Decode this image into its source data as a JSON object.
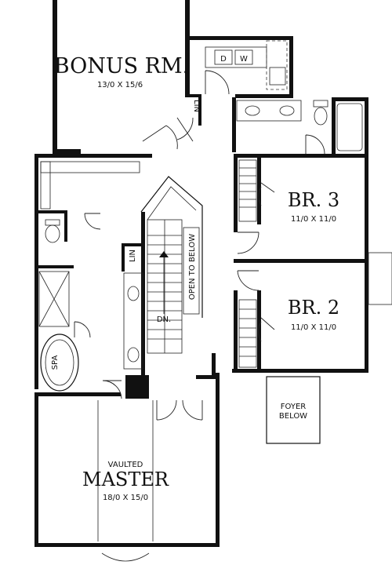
{
  "rooms": {
    "bonus": {
      "name": "BONUS RM.",
      "dims": "13/0 X 15/6"
    },
    "br3": {
      "name": "BR. 3",
      "dims": "11/0 X 11/0"
    },
    "br2": {
      "name": "BR. 2",
      "dims": "11/0 X 11/0"
    },
    "master": {
      "prefix": "VAULTED",
      "name": "MASTER",
      "dims": "18/0 X 15/0"
    }
  },
  "labels": {
    "dryer": "D",
    "washer": "W",
    "linen_top": "LIN",
    "linen_mid": "LIN",
    "spa": "SPA",
    "open_to_below": "OPEN TO BELOW",
    "stairs_down": "DN.",
    "foyer_line1": "FOYER",
    "foyer_line2": "BELOW"
  }
}
